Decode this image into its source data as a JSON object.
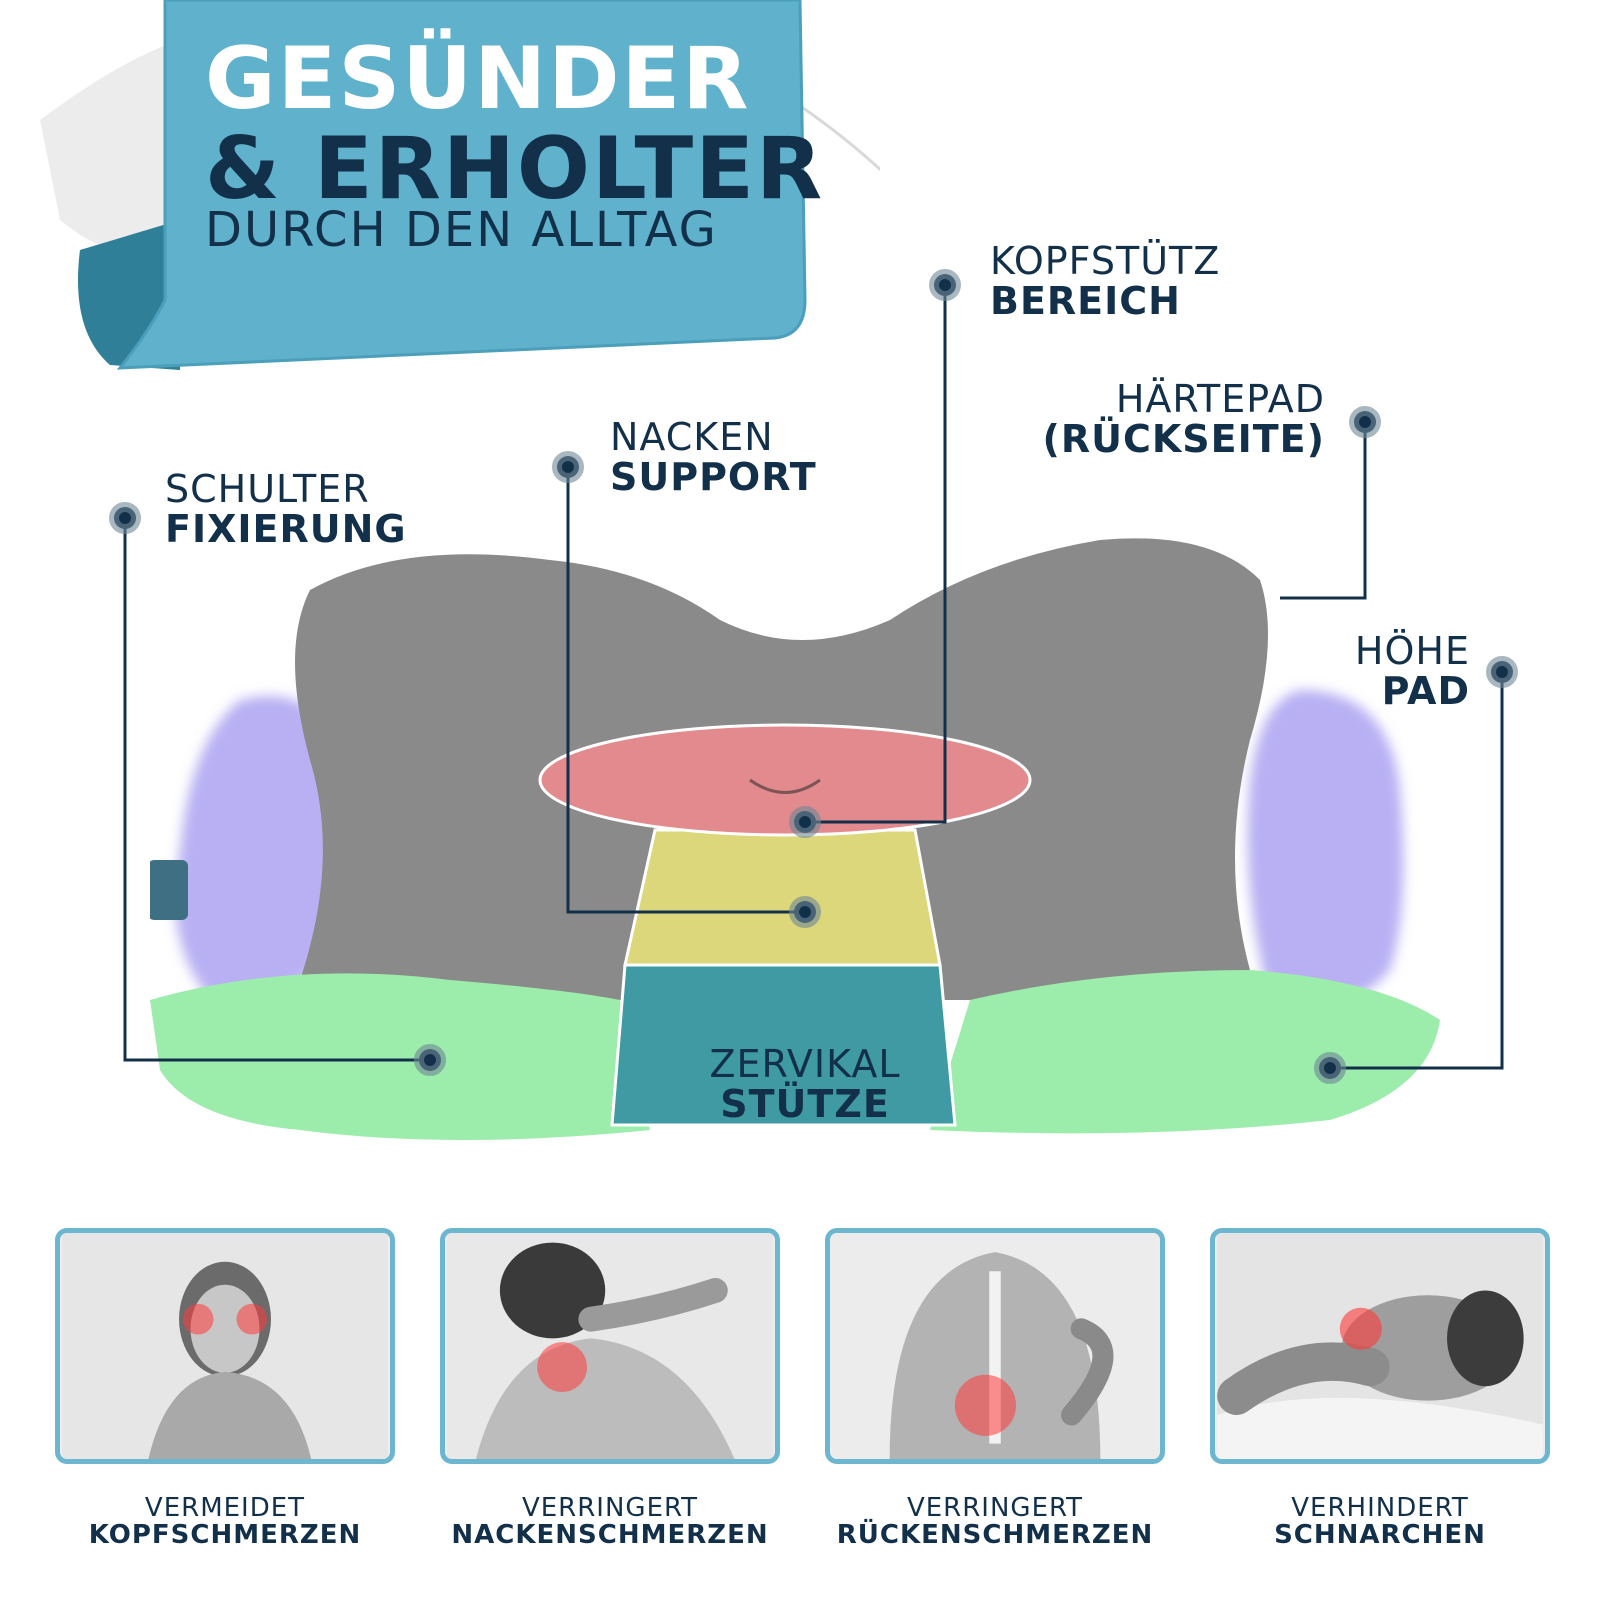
{
  "banner": {
    "line1": "GESÜNDER",
    "line2": "& ERHOLTER",
    "line3": "DURCH DEN ALLTAG"
  },
  "labels": {
    "kopf": {
      "thin": "KOPFSTÜTZ",
      "bold": "BEREICH"
    },
    "haerte": {
      "thin": "HÄRTEPAD",
      "bold": "(RÜCKSEITE)"
    },
    "nacken": {
      "thin": "NACKEN",
      "bold": "SUPPORT"
    },
    "schulter": {
      "thin": "SCHULTER",
      "bold": "FIXIERUNG"
    },
    "hoehe": {
      "thin": "HÖHE",
      "bold": "PAD"
    },
    "zervikal": {
      "thin": "ZERVIKAL",
      "bold": "STÜTZE"
    }
  },
  "benefits": [
    {
      "thin": "VERMEIDET",
      "bold": "KOPFSCHMERZEN",
      "icon": "headache-photo"
    },
    {
      "thin": "VERRINGERT",
      "bold": "NACKENSCHMERZEN",
      "icon": "neck-pain-photo"
    },
    {
      "thin": "VERRINGERT",
      "bold": "RÜCKENSCHMERZEN",
      "icon": "back-pain-photo"
    },
    {
      "thin": "VERHINDERT",
      "bold": "SCHNARCHEN",
      "icon": "snoring-photo"
    }
  ],
  "colors": {
    "navy": "#13304a",
    "banner_blue": "#5fb1cc",
    "card_border": "#6cb6cf",
    "pillow_grey": "#8a8a8a",
    "head_zone": "#e28a8e",
    "neck_zone": "#dcd77a",
    "cervical_zone": "#3f9aa3",
    "shoulder_zone": "#9cecab",
    "height_zone": "#b8b0f3"
  }
}
